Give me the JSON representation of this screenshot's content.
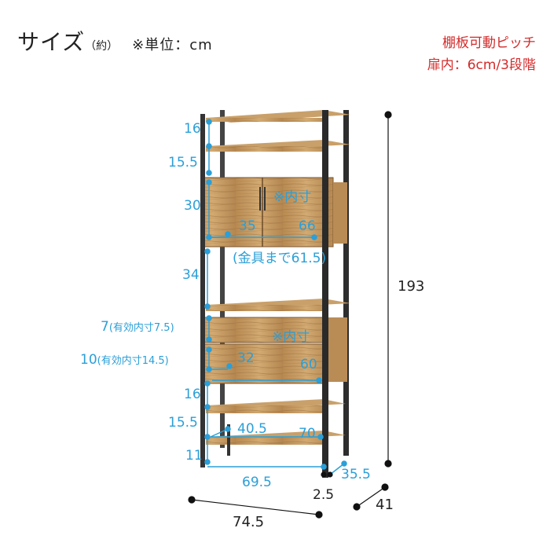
{
  "header": {
    "title": "サイズ",
    "title_sub": "（約）",
    "unit": "※単位：cm"
  },
  "notes": {
    "line1": "棚板可動ピッチ",
    "line2": "扉内：6cm/3段階"
  },
  "dimensions": {
    "height_total": "193",
    "width_total": "74.5",
    "depth_total": "41",
    "leg_gap": "2.5",
    "base_width": "69.5",
    "base_depth": "35.5",
    "gap_top1": "16",
    "gap_top2": "15.5",
    "cabinet_height": "30",
    "cabinet_depth": "35",
    "cabinet_width": "66",
    "cabinet_inner_note": "※内寸",
    "cabinet_hardware": "(金具まで61.5)",
    "open_height": "34",
    "drawer1": "7",
    "drawer1_eff": "(有効内寸7.5)",
    "drawer2": "10",
    "drawer2_eff": "(有効内寸14.5)",
    "drawer_inner_note": "※内寸",
    "drawer_depth": "32",
    "drawer_width": "60",
    "gap_low1": "16",
    "gap_low2": "15.5",
    "bottom_depth": "40.5",
    "bottom_width": "70",
    "bottom_gap": "11"
  },
  "colors": {
    "wood": "#c39a63",
    "frame": "#3a3a3a",
    "dimension": "#2b9fd8",
    "note": "#d42a2a"
  }
}
